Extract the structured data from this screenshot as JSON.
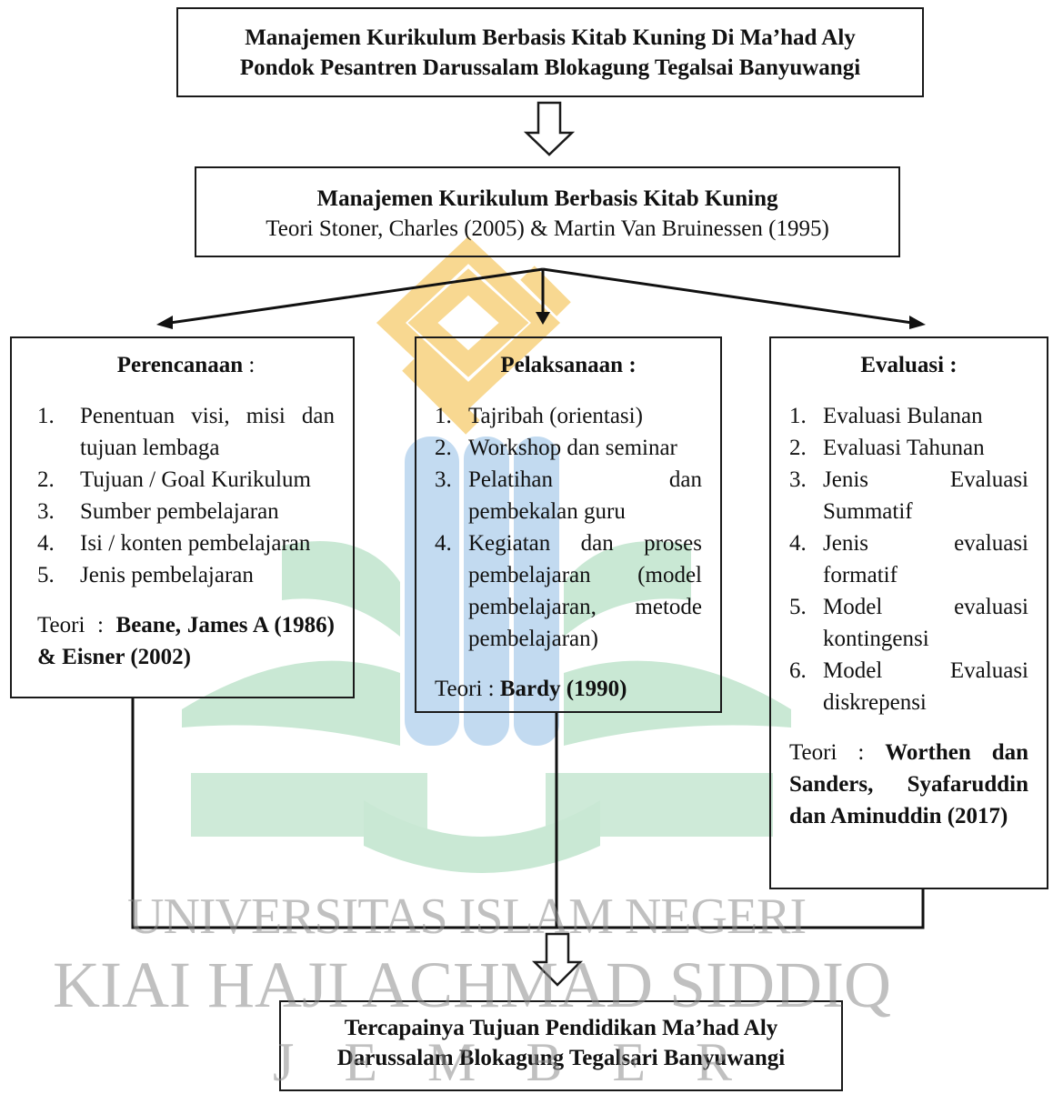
{
  "top_box": {
    "line1": "Manajemen Kurikulum Berbasis Kitab Kuning Di Ma’had Aly",
    "line2": "Pondok Pesantren Darussalam Blokagung Tegalsai Banyuwangi"
  },
  "middle_box": {
    "title": "Manajemen Kurikulum Berbasis Kitab Kuning",
    "subtitle": "Teori Stoner, Charles (2005) & Martin Van  Bruinessen (1995)"
  },
  "perencanaan": {
    "heading": "Perencanaan",
    "items": [
      {
        "n": "1.",
        "text": "Penentuan visi, misi dan tujuan lembaga"
      },
      {
        "n": "2.",
        "text": "Tujuan / Goal Kurikulum"
      },
      {
        "n": "3.",
        "text": "Sumber pembelajaran"
      },
      {
        "n": "4.",
        "text": "Isi / konten pembelajaran"
      },
      {
        "n": "5.",
        "text": "Jenis pembelajaran"
      }
    ],
    "theory_label": "Teori",
    "theory": "Beane, James A (1986) & Eisner (2002)"
  },
  "pelaksanaan": {
    "heading": "Pelaksanaan :",
    "items": [
      {
        "n": "1.",
        "text": "Tajribah (orientasi)"
      },
      {
        "n": "2.",
        "text": "Workshop dan seminar"
      },
      {
        "n": "3.",
        "text": "Pelatihan dan pembekalan guru"
      },
      {
        "n": "4.",
        "text": "Kegiatan dan proses pembelajaran (model pembelajaran, metode pembelajaran)"
      }
    ],
    "theory_label": "Teori :",
    "theory": "Bardy (1990)"
  },
  "evaluasi": {
    "heading": "Evaluasi :",
    "items": [
      {
        "n": "1.",
        "text": "Evaluasi Bulanan"
      },
      {
        "n": "2.",
        "text": "Evaluasi Tahunan"
      },
      {
        "n": "3.",
        "text": "Jenis Evaluasi Summatif"
      },
      {
        "n": "4.",
        "text": "Jenis evaluasi formatif"
      },
      {
        "n": "5.",
        "text": "Model evaluasi kontingensi"
      },
      {
        "n": "6.",
        "text": "Model Evaluasi diskrepensi"
      }
    ],
    "theory_label": "Teori :",
    "theory": "Worthen dan Sanders, Syafaruddin dan Aminuddin (2017)"
  },
  "bottom_box": {
    "line1": "Tercapainya Tujuan Pendidikan Ma’had Aly",
    "line2": "Darussalam Blokagung Tegalsari Banyuwangi"
  },
  "watermark": {
    "line1": "UNIVERSITAS ISLAM NEGERI",
    "line2": "KIAI HAJI ACHMAD SIDDIQ",
    "line3": "J E M B E R",
    "colors": {
      "gold": "#f5c86a",
      "green": "#bfe3cc",
      "blue": "#b9d5ee"
    }
  }
}
